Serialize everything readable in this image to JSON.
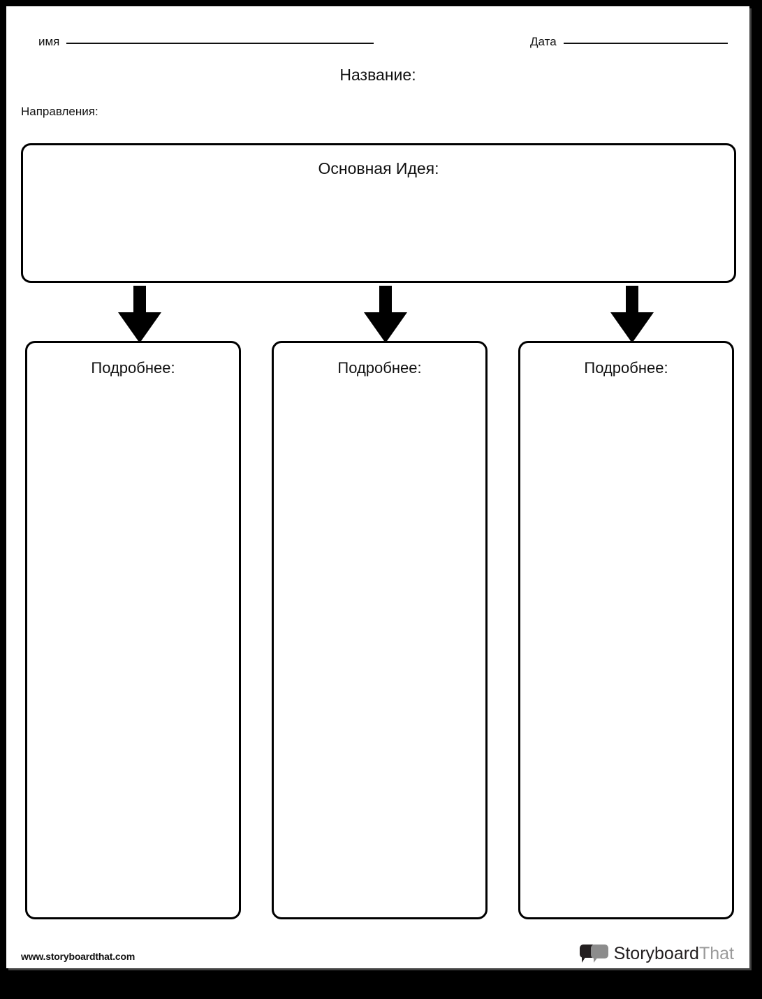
{
  "worksheet": {
    "header": {
      "name_label": "имя",
      "date_label": "Дата",
      "name_value": "",
      "date_value": ""
    },
    "title_label": "Название:",
    "directions_label": "Направления:",
    "main_idea": {
      "label": "Основная Идея:",
      "value": ""
    },
    "arrows": [
      {
        "name": "arrow-to-detail-1"
      },
      {
        "name": "arrow-to-detail-2"
      },
      {
        "name": "arrow-to-detail-3"
      }
    ],
    "details": [
      {
        "label": "Подробнее:",
        "value": ""
      },
      {
        "label": "Подробнее:",
        "value": ""
      },
      {
        "label": "Подробнее:",
        "value": ""
      }
    ],
    "footer": {
      "url": "www.storyboardthat.com",
      "logo_text_primary": "Storyboard",
      "logo_text_secondary": "That"
    },
    "colors": {
      "ink": "#111111",
      "border": "#000000",
      "page": "#ffffff",
      "frame": "#000000",
      "logo_dark": "#231f20",
      "logo_gray": "#8c8c8c"
    }
  }
}
